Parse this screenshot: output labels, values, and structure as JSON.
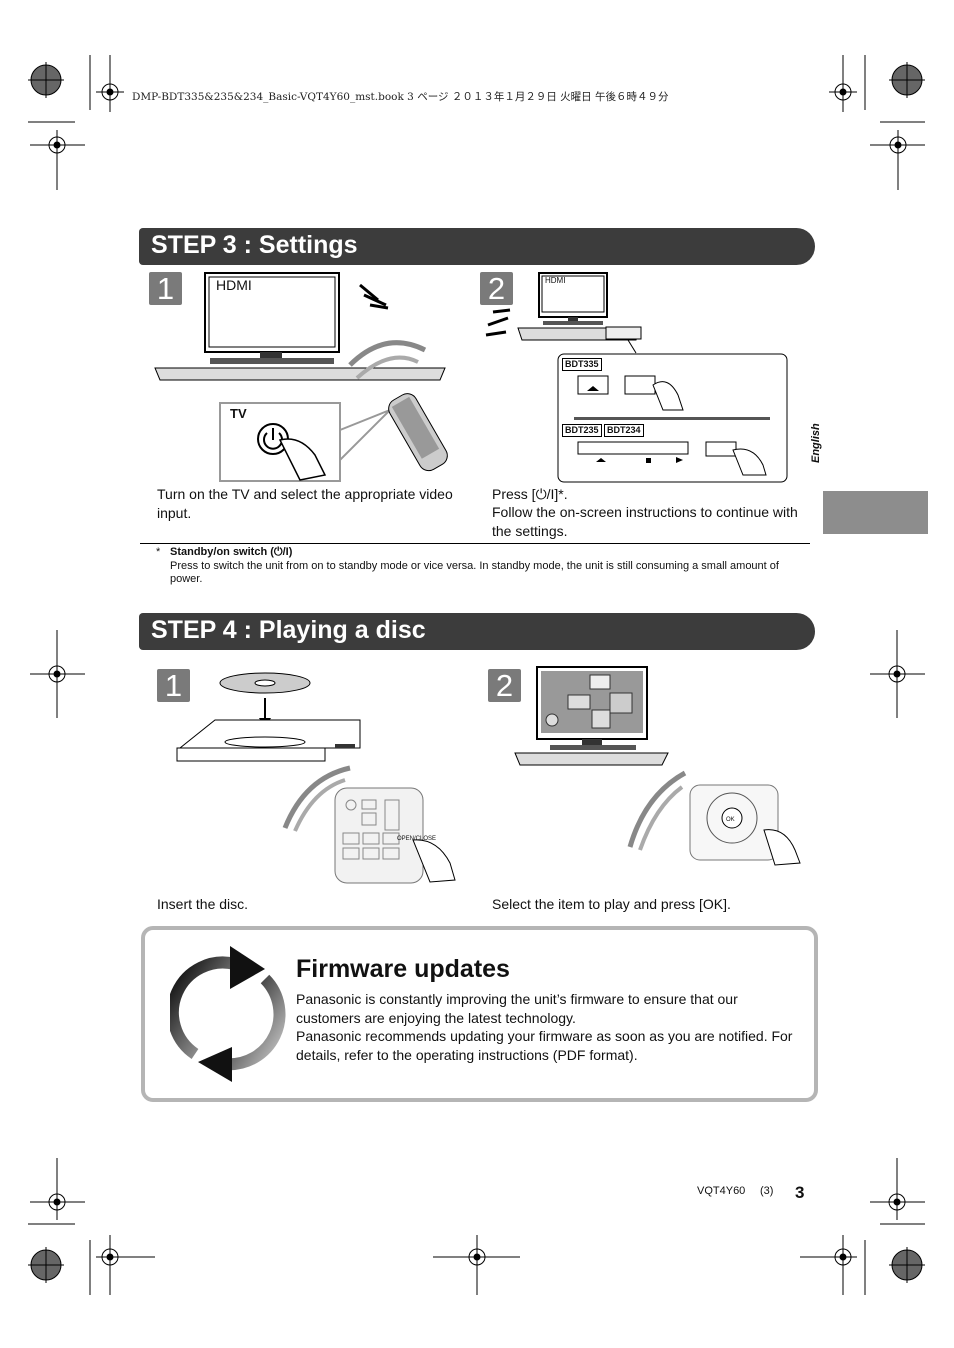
{
  "header_line": "DMP-BDT335&235&234_Basic-VQT4Y60_mst.book  3 ページ  ２０１３年１月２９日  火曜日  午後６時４９分",
  "side_label": "English",
  "step3": {
    "title": "STEP 3 :  Settings",
    "num1": "1",
    "num2": "2",
    "hdmi1": "HDMI",
    "hdmi2": "HDMI",
    "tv_label": "TV",
    "model_bdt335": "BDT335",
    "model_bdt235": "BDT235",
    "model_bdt234": "BDT234",
    "caption1": "Turn on the TV and select the appropriate video input.",
    "caption2_line1": "Press [⏻/I]*.",
    "caption2_line2": "Follow the on-screen instructions to continue with the settings.",
    "footnote_mark": "*",
    "footnote_title": "Standby/on switch (⏻/I)",
    "footnote_body": "Press to switch the unit from on to standby mode or vice versa. In standby mode, the unit is still consuming a small amount of power."
  },
  "step4": {
    "title": "STEP 4 :  Playing a disc",
    "num1": "1",
    "num2": "2",
    "caption1": "Insert the disc.",
    "caption2": "Select the item to play and press [OK].",
    "remote_open_close": "OPEN/CLOSE",
    "remote_ok": "OK"
  },
  "firmware": {
    "title": "Firmware updates",
    "body1": "Panasonic is constantly improving the unit’s firmware to ensure that our customers are enjoying the latest technology.",
    "body2": "Panasonic recommends updating your firmware as soon as you are notified. For details, refer to the operating instructions (PDF format)."
  },
  "footer": {
    "doc_code": "VQT4Y60",
    "page_paren": "(3)",
    "page_num": "3"
  }
}
